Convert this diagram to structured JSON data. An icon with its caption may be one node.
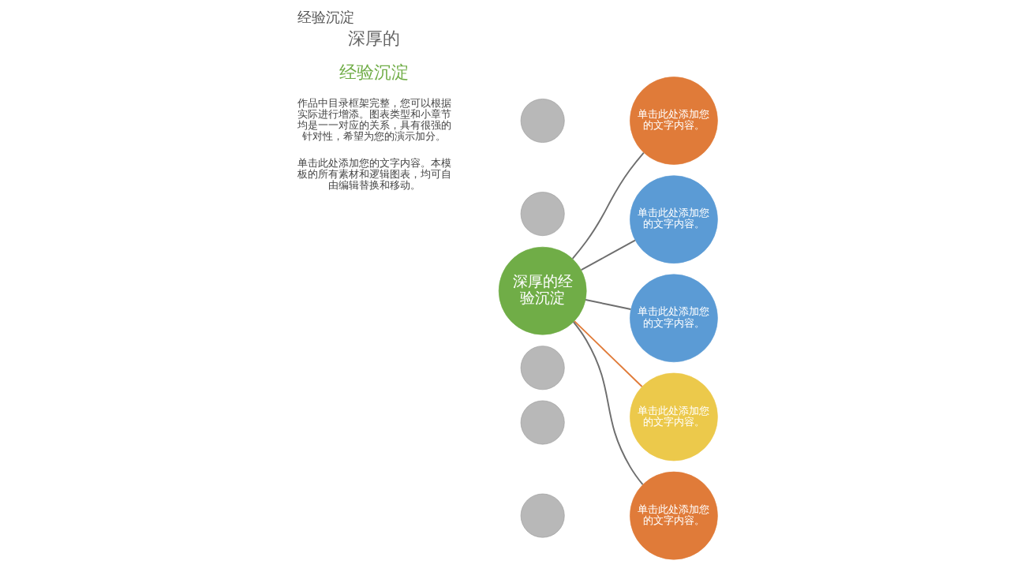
{
  "diagram": {
    "title": "经验沉淀",
    "nodes": [
      {
        "text": [],
        "shape": "circle"
      },
      {
        "text": [],
        "shape": "circle"
      },
      {
        "text": [
          "单击此处添加您的文字内容。"
        ]
      },
      {
        "text": [],
        "shape": "circle"
      },
      {
        "text": [
          "单击此处添加您的文字内容。"
        ]
      },
      {
        "text": [],
        "shape": "circle"
      },
      {
        "text": [
          "单击此处添加您的文字内容。"
        ]
      },
      {
        "text": [
          "单击此处添加您的文字内容。"
        ]
      },
      {
        "text": [],
        "shape": "circle"
      },
      {
        "text": [
          "单击此处添加您的文字内容。"
        ]
      },
      {
        "text": [
          "深厚的经验沉淀"
        ]
      }
    ],
    "edges": [
      {
        "from": 10,
        "to": 2,
        "arrow": "none"
      },
      {
        "from": 10,
        "to": 4,
        "arrow": "none"
      },
      {
        "from": 10,
        "to": 7,
        "arrow": "none",
        "color": "#e07b39"
      },
      {
        "from": 10,
        "to": 6,
        "arrow": "none"
      },
      {
        "from": 10,
        "to": 9,
        "arrow": "none"
      }
    ],
    "labels": [
      "深厚的",
      "经验沉淀",
      "作品中目录框架完整，您可以根据实际进行增添。图表类型和小章节均是一一对应的关系，具有很强的针对性，希望为您的演示加分。",
      "单击此处添加您的文字内容。本模板的所有素材和逻辑图表，均可自由编辑替换和移动。"
    ]
  }
}
